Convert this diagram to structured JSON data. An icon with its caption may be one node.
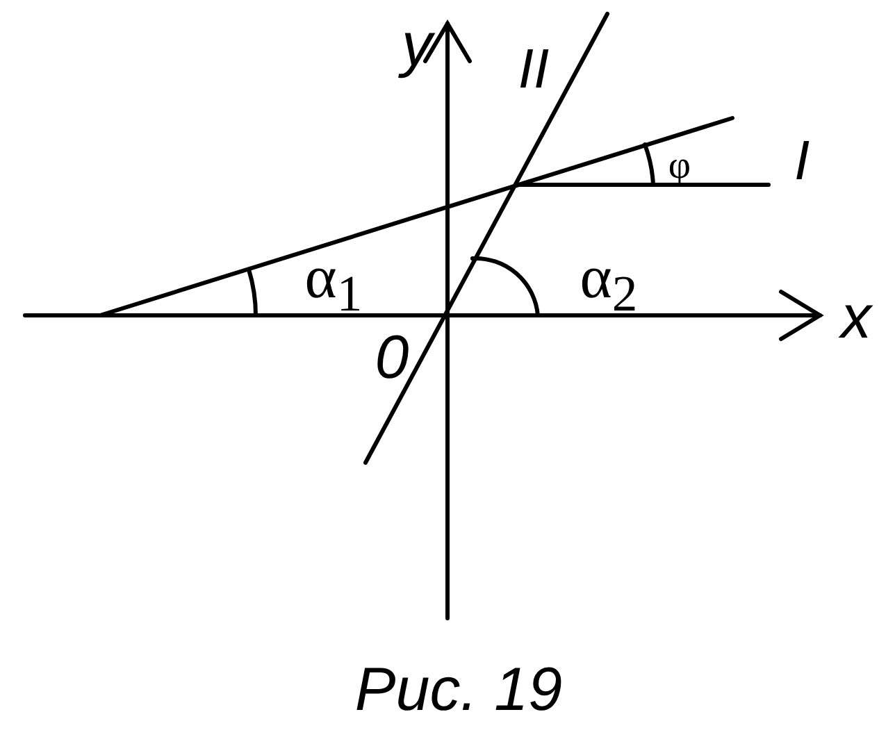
{
  "diagram": {
    "caption": "Рис. 19",
    "labels": [
      "y",
      "II",
      "I",
      "φ",
      "α$_{1}$",
      "α$_{2}$",
      "x",
      "0"
    ]
  }
}
